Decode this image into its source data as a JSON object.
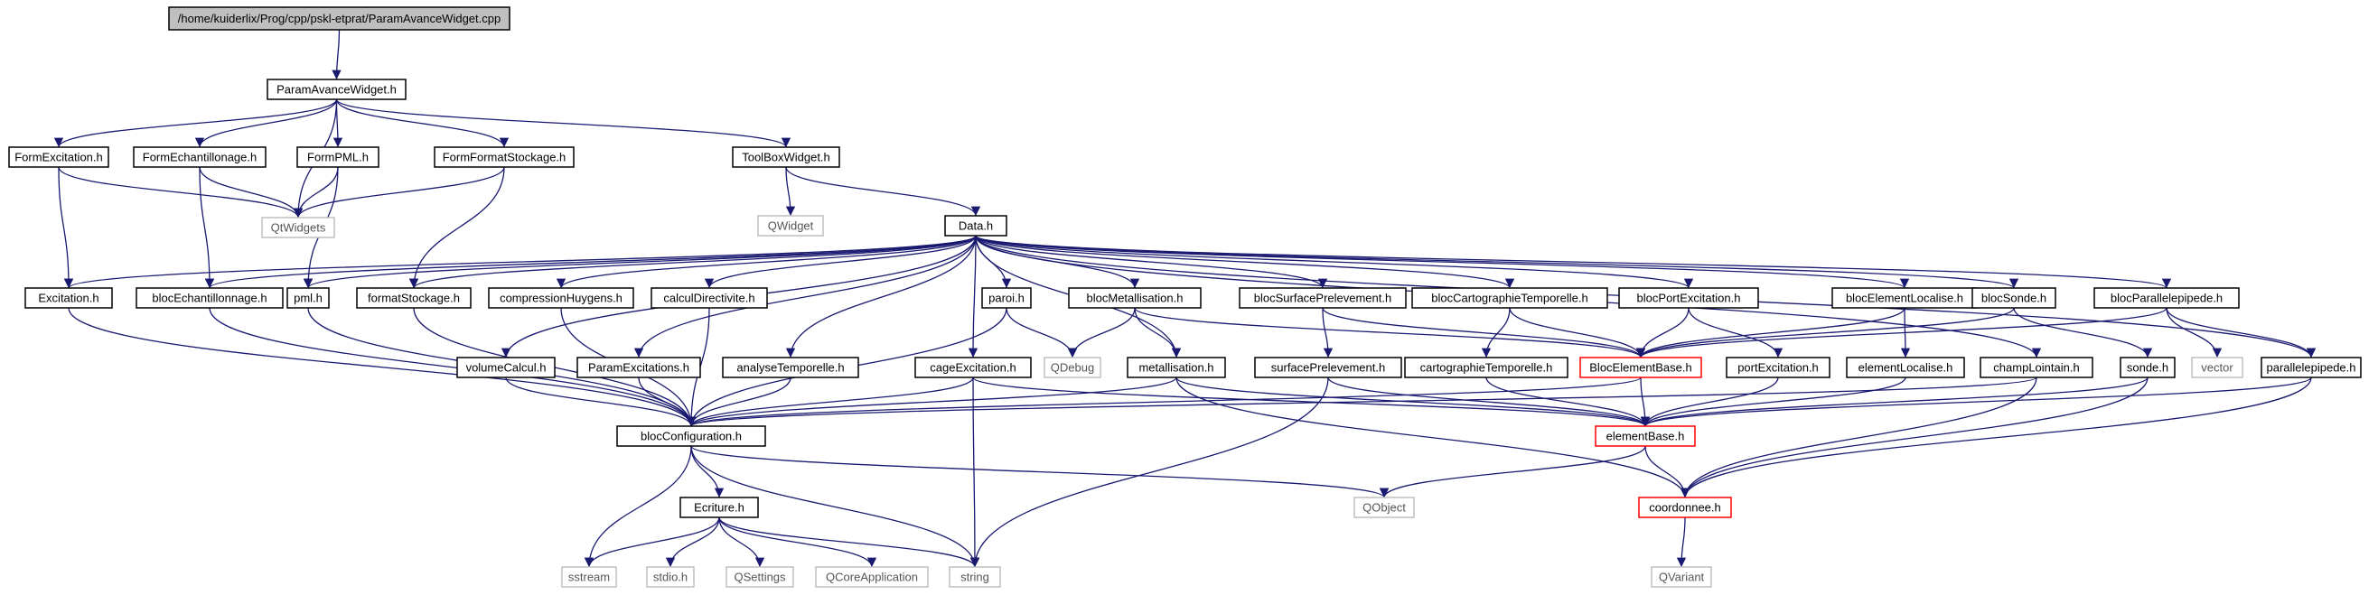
{
  "colors": {
    "edge": "#191970",
    "node_border": "#000000",
    "system_border": "#bfbfbf",
    "system_text": "#555555",
    "missing_border": "#ff0000",
    "root_fill": "#bfbfbf",
    "node_fill": "#ffffff"
  },
  "graph": {
    "nodes": [
      {
        "id": "root",
        "label": "/home/kuiderlix/Prog/cpp/pskl-etprat/ParamAvanceWidget.cpp",
        "kind": "root"
      },
      {
        "id": "pawh",
        "label": "ParamAvanceWidget.h",
        "kind": "normal"
      },
      {
        "id": "formexc",
        "label": "FormExcitation.h",
        "kind": "normal"
      },
      {
        "id": "formech",
        "label": "FormEchantillonage.h",
        "kind": "normal"
      },
      {
        "id": "formpml",
        "label": "FormPML.h",
        "kind": "normal"
      },
      {
        "id": "formfmt",
        "label": "FormFormatStockage.h",
        "kind": "normal"
      },
      {
        "id": "toolbox",
        "label": "ToolBoxWidget.h",
        "kind": "normal"
      },
      {
        "id": "qtwidgets",
        "label": "QtWidgets",
        "kind": "system"
      },
      {
        "id": "qwidget",
        "label": "QWidget",
        "kind": "system"
      },
      {
        "id": "datah",
        "label": "Data.h",
        "kind": "normal"
      },
      {
        "id": "excitation",
        "label": "Excitation.h",
        "kind": "normal"
      },
      {
        "id": "blocech",
        "label": "blocEchantillonnage.h",
        "kind": "normal"
      },
      {
        "id": "pml",
        "label": "pml.h",
        "kind": "normal"
      },
      {
        "id": "formatstock",
        "label": "formatStockage.h",
        "kind": "normal"
      },
      {
        "id": "comphuy",
        "label": "compressionHuygens.h",
        "kind": "normal"
      },
      {
        "id": "calcdir",
        "label": "calculDirectivite.h",
        "kind": "normal"
      },
      {
        "id": "paroi",
        "label": "paroi.h",
        "kind": "normal"
      },
      {
        "id": "blocmet",
        "label": "blocMetallisation.h",
        "kind": "normal"
      },
      {
        "id": "blocsurf",
        "label": "blocSurfacePrelevement.h",
        "kind": "normal"
      },
      {
        "id": "bloccarto",
        "label": "blocCartographieTemporelle.h",
        "kind": "normal"
      },
      {
        "id": "blocport",
        "label": "blocPortExcitation.h",
        "kind": "normal"
      },
      {
        "id": "blocelemloc",
        "label": "blocElementLocalise.h",
        "kind": "normal"
      },
      {
        "id": "blocsonde",
        "label": "blocSonde.h",
        "kind": "normal"
      },
      {
        "id": "blocpara",
        "label": "blocParallelepipede.h",
        "kind": "normal"
      },
      {
        "id": "volcalc",
        "label": "volumeCalcul.h",
        "kind": "normal"
      },
      {
        "id": "paramexc",
        "label": "ParamExcitations.h",
        "kind": "normal"
      },
      {
        "id": "analtemp",
        "label": "analyseTemporelle.h",
        "kind": "normal"
      },
      {
        "id": "cageexc",
        "label": "cageExcitation.h",
        "kind": "normal"
      },
      {
        "id": "qdebug",
        "label": "QDebug",
        "kind": "system"
      },
      {
        "id": "metal",
        "label": "metallisation.h",
        "kind": "normal"
      },
      {
        "id": "surfprel",
        "label": "surfacePrelevement.h",
        "kind": "normal"
      },
      {
        "id": "cartotemp",
        "label": "cartographieTemporelle.h",
        "kind": "normal"
      },
      {
        "id": "blocelembase",
        "label": "BlocElementBase.h",
        "kind": "missing"
      },
      {
        "id": "portexc",
        "label": "portExcitation.h",
        "kind": "normal"
      },
      {
        "id": "elemloc",
        "label": "elementLocalise.h",
        "kind": "normal"
      },
      {
        "id": "champ",
        "label": "champLointain.h",
        "kind": "normal"
      },
      {
        "id": "sonde",
        "label": "sonde.h",
        "kind": "normal"
      },
      {
        "id": "vector",
        "label": "vector",
        "kind": "system"
      },
      {
        "id": "parallel",
        "label": "parallelepipede.h",
        "kind": "normal"
      },
      {
        "id": "blocconf",
        "label": "blocConfiguration.h",
        "kind": "normal"
      },
      {
        "id": "elembase",
        "label": "elementBase.h",
        "kind": "missing"
      },
      {
        "id": "qobject",
        "label": "QObject",
        "kind": "system"
      },
      {
        "id": "coord",
        "label": "coordonnee.h",
        "kind": "missing"
      },
      {
        "id": "ecriture",
        "label": "Ecriture.h",
        "kind": "normal"
      },
      {
        "id": "sstream",
        "label": "sstream",
        "kind": "system"
      },
      {
        "id": "stdio",
        "label": "stdio.h",
        "kind": "system"
      },
      {
        "id": "qsettings",
        "label": "QSettings",
        "kind": "system"
      },
      {
        "id": "qcoreapp",
        "label": "QCoreApplication",
        "kind": "system"
      },
      {
        "id": "string",
        "label": "string",
        "kind": "system"
      },
      {
        "id": "qvariant",
        "label": "QVariant",
        "kind": "system"
      }
    ],
    "edges": [
      [
        "root",
        "pawh"
      ],
      [
        "pawh",
        "formexc"
      ],
      [
        "pawh",
        "formech"
      ],
      [
        "pawh",
        "formpml"
      ],
      [
        "pawh",
        "formfmt"
      ],
      [
        "pawh",
        "toolbox"
      ],
      [
        "pawh",
        "qtwidgets"
      ],
      [
        "formexc",
        "qtwidgets"
      ],
      [
        "formexc",
        "excitation"
      ],
      [
        "formech",
        "qtwidgets"
      ],
      [
        "formech",
        "blocech"
      ],
      [
        "formpml",
        "qtwidgets"
      ],
      [
        "formpml",
        "pml"
      ],
      [
        "formfmt",
        "qtwidgets"
      ],
      [
        "formfmt",
        "formatstock"
      ],
      [
        "toolbox",
        "qwidget"
      ],
      [
        "toolbox",
        "datah"
      ],
      [
        "datah",
        "excitation"
      ],
      [
        "datah",
        "blocech"
      ],
      [
        "datah",
        "pml"
      ],
      [
        "datah",
        "formatstock"
      ],
      [
        "datah",
        "comphuy"
      ],
      [
        "datah",
        "calcdir"
      ],
      [
        "datah",
        "volcalc"
      ],
      [
        "datah",
        "paramexc"
      ],
      [
        "datah",
        "analtemp"
      ],
      [
        "datah",
        "cageexc"
      ],
      [
        "datah",
        "paroi"
      ],
      [
        "datah",
        "blocmet"
      ],
      [
        "datah",
        "metal"
      ],
      [
        "datah",
        "blocsurf"
      ],
      [
        "datah",
        "bloccarto"
      ],
      [
        "datah",
        "blocport"
      ],
      [
        "datah",
        "blocelemloc"
      ],
      [
        "datah",
        "champ"
      ],
      [
        "datah",
        "blocsonde"
      ],
      [
        "datah",
        "blocpara"
      ],
      [
        "datah",
        "parallel"
      ],
      [
        "excitation",
        "blocconf"
      ],
      [
        "blocech",
        "blocconf"
      ],
      [
        "pml",
        "blocconf"
      ],
      [
        "formatstock",
        "blocconf"
      ],
      [
        "comphuy",
        "blocconf"
      ],
      [
        "calcdir",
        "blocconf"
      ],
      [
        "volcalc",
        "blocconf"
      ],
      [
        "paramexc",
        "blocconf"
      ],
      [
        "analtemp",
        "blocconf"
      ],
      [
        "paroi",
        "blocconf"
      ],
      [
        "paroi",
        "qdebug"
      ],
      [
        "cageexc",
        "blocconf"
      ],
      [
        "cageexc",
        "elembase"
      ],
      [
        "cageexc",
        "string"
      ],
      [
        "blocmet",
        "qdebug"
      ],
      [
        "blocmet",
        "metal"
      ],
      [
        "blocmet",
        "blocelembase"
      ],
      [
        "metal",
        "blocconf"
      ],
      [
        "metal",
        "elembase"
      ],
      [
        "metal",
        "coord"
      ],
      [
        "blocsurf",
        "surfprel"
      ],
      [
        "blocsurf",
        "blocelembase"
      ],
      [
        "surfprel",
        "elembase"
      ],
      [
        "surfprel",
        "string"
      ],
      [
        "bloccarto",
        "cartotemp"
      ],
      [
        "bloccarto",
        "blocelembase"
      ],
      [
        "cartotemp",
        "elembase"
      ],
      [
        "blocport",
        "blocelembase"
      ],
      [
        "blocport",
        "portexc"
      ],
      [
        "portexc",
        "elembase"
      ],
      [
        "blocelemloc",
        "blocelembase"
      ],
      [
        "blocelemloc",
        "elemloc"
      ],
      [
        "elemloc",
        "elembase"
      ],
      [
        "champ",
        "blocconf"
      ],
      [
        "champ",
        "coord"
      ],
      [
        "blocsonde",
        "blocelembase"
      ],
      [
        "blocsonde",
        "sonde"
      ],
      [
        "sonde",
        "elembase"
      ],
      [
        "sonde",
        "coord"
      ],
      [
        "blocpara",
        "blocelembase"
      ],
      [
        "blocpara",
        "vector"
      ],
      [
        "blocpara",
        "parallel"
      ],
      [
        "parallel",
        "elembase"
      ],
      [
        "parallel",
        "coord"
      ],
      [
        "blocelembase",
        "blocconf"
      ],
      [
        "blocelembase",
        "elembase"
      ],
      [
        "blocconf",
        "ecriture"
      ],
      [
        "blocconf",
        "sstream"
      ],
      [
        "blocconf",
        "string"
      ],
      [
        "blocconf",
        "qobject"
      ],
      [
        "elembase",
        "qobject"
      ],
      [
        "elembase",
        "coord"
      ],
      [
        "coord",
        "qvariant"
      ],
      [
        "ecriture",
        "sstream"
      ],
      [
        "ecriture",
        "stdio"
      ],
      [
        "ecriture",
        "qsettings"
      ],
      [
        "ecriture",
        "qcoreapp"
      ],
      [
        "ecriture",
        "string"
      ]
    ]
  }
}
